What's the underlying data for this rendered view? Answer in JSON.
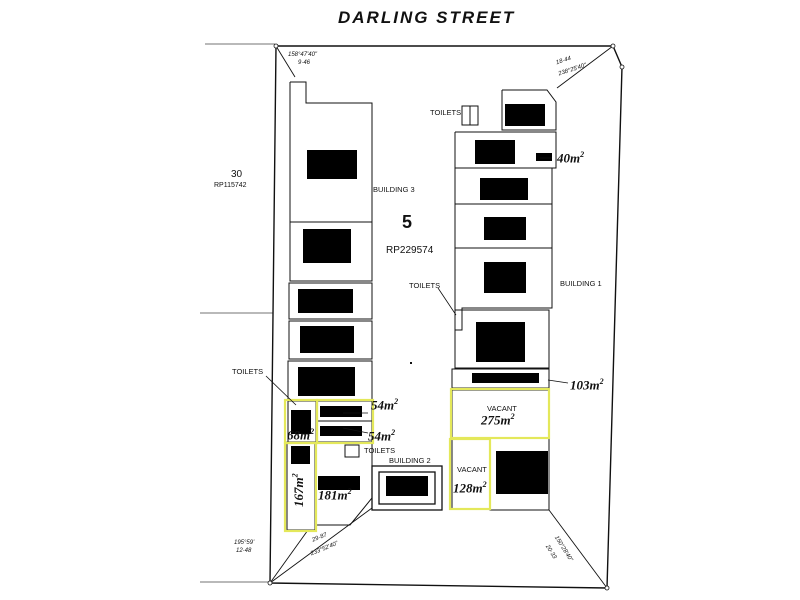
{
  "street_name": "DARLING STREET",
  "lot": {
    "number": "5",
    "plan": "RP229574"
  },
  "neighbour": {
    "number": "30",
    "plan": "RP115742"
  },
  "buildings": {
    "building_1": "BUILDING 1",
    "building_2": "BUILDING 2",
    "building_3": "BUILDING 3"
  },
  "toilets": {
    "top": "TOILETS",
    "middle": "TOILETS",
    "left": "TOILETS",
    "bottom": "TOILETS"
  },
  "vacant": {
    "large": "VACANT",
    "small": "VACANT"
  },
  "areas": {
    "a40": "40",
    "a103": "103",
    "a275": "275",
    "a128": "128",
    "a54a": "54",
    "a54b": "54",
    "a68": "68",
    "a167": "167",
    "a181": "181",
    "unit": "m",
    "exp": "2"
  },
  "bearings": {
    "top_left": {
      "angle": "158°47'40\"",
      "dist": "9·46"
    },
    "top_right": {
      "dist": "18·44",
      "angle": "238°25'40\""
    },
    "bottom_left": {
      "angle": "195°59'",
      "dist": "12·48"
    },
    "bottom_mid": {
      "dist": "29·87",
      "angle": "233°52'40\""
    },
    "bottom_right": {
      "angle": "150°28'40\"",
      "dist": "20·33"
    }
  },
  "colors": {
    "line": "#111111",
    "highlight": "#e4e85a",
    "redaction": "#000000"
  }
}
